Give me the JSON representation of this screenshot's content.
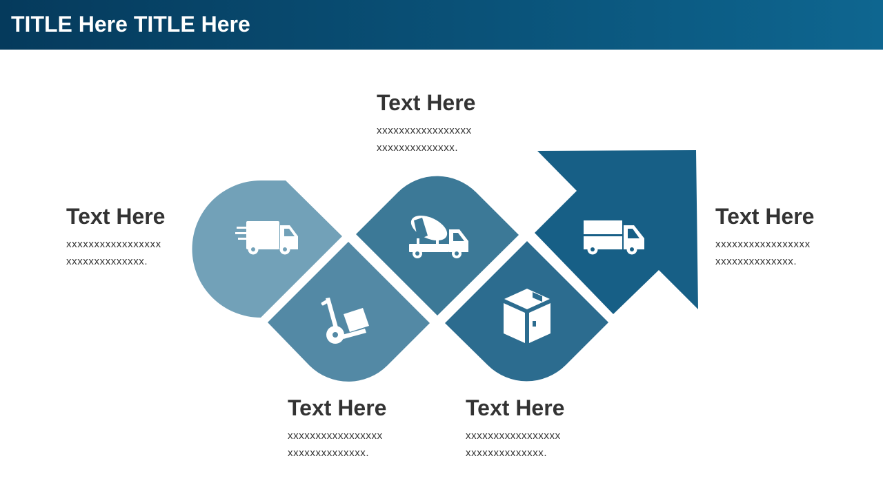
{
  "header": {
    "title": "TITLE Here TITLE Here"
  },
  "colors": {
    "header_start": "#053a5c",
    "header_end": "#0e6690",
    "step1": "#72a1b8",
    "step2": "#5389a5",
    "step3": "#3c7997",
    "step4": "#2c6c8f",
    "arrow": "#175f86",
    "text": "#333333"
  },
  "steps": [
    {
      "title": "Text Here",
      "body_line1": "xxxxxxxxxxxxxxxxx",
      "body_line2": "xxxxxxxxxxxxxx.",
      "icon": "fast-delivery-truck-icon"
    },
    {
      "title": "Text Here",
      "body_line1": "xxxxxxxxxxxxxxxxx",
      "body_line2": "xxxxxxxxxxxxxx.",
      "icon": "hand-truck-icon"
    },
    {
      "title": "Text Here",
      "body_line1": "xxxxxxxxxxxxxxxxx",
      "body_line2": "xxxxxxxxxxxxxx.",
      "icon": "concrete-mixer-truck-icon"
    },
    {
      "title": "Text Here",
      "body_line1": "xxxxxxxxxxxxxxxxx",
      "body_line2": "xxxxxxxxxxxxxx.",
      "icon": "package-box-icon"
    },
    {
      "title": "Text Here",
      "body_line1": "xxxxxxxxxxxxxxxxx",
      "body_line2": "xxxxxxxxxxxxxx.",
      "icon": "box-truck-icon"
    }
  ]
}
